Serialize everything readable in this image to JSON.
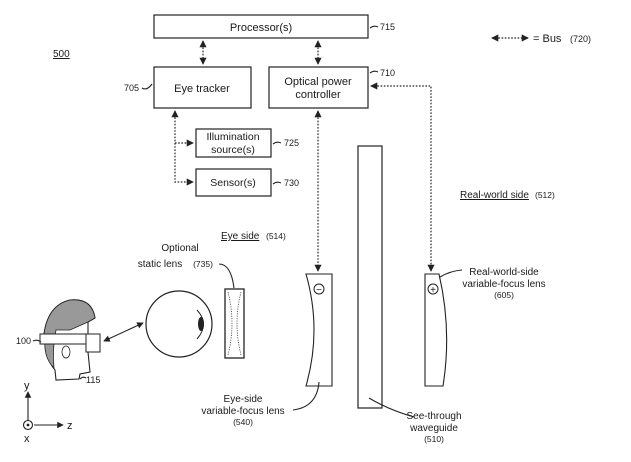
{
  "figure": {
    "number": "500",
    "legend": {
      "symbol": "bidirectional-dotted-arrow",
      "label": "= Bus",
      "ref": "(720)"
    },
    "blocks": {
      "processor": {
        "label": "Processor(s)",
        "ref": "715"
      },
      "eye_tracker": {
        "label": "Eye tracker",
        "ref": "705"
      },
      "optical_power_controller": {
        "line1": "Optical power",
        "line2": "controller",
        "ref": "710"
      },
      "illumination": {
        "line1": "Illumination",
        "line2": "source(s)",
        "ref": "725"
      },
      "sensor": {
        "label": "Sensor(s)",
        "ref": "730"
      }
    },
    "sides": {
      "eye_side": {
        "label": "Eye side",
        "ref": "(514)"
      },
      "real_world_side": {
        "label": "Real-world side",
        "ref": "(512)"
      }
    },
    "optics": {
      "static_lens": {
        "line1": "Optional",
        "line2": "static lens",
        "ref": "(735)"
      },
      "eye_side_lens": {
        "line1": "Eye-side",
        "line2": "variable-focus lens",
        "ref": "(540)",
        "sign": "−"
      },
      "waveguide": {
        "line1": "See-through",
        "line2": "waveguide",
        "ref": "(510)"
      },
      "real_world_lens": {
        "line1": "Real-world-side",
        "line2": "variable-focus lens",
        "ref": "(605)",
        "sign": "+"
      }
    },
    "user": {
      "hmd_ref": "100",
      "user_ref": "115"
    },
    "axes": {
      "y": "y",
      "z": "z",
      "x": "x"
    }
  }
}
